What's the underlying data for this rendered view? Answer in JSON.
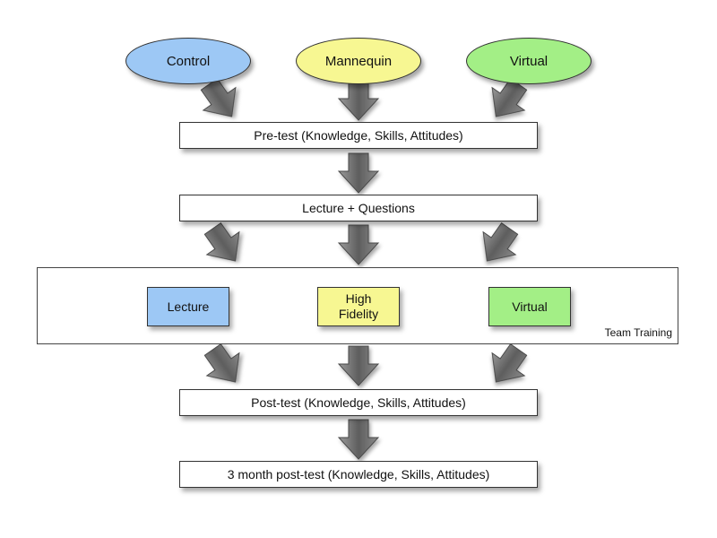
{
  "groups": [
    {
      "label": "Control",
      "color": "#9dc8f5"
    },
    {
      "label": "Mannequin",
      "color": "#f7f792"
    },
    {
      "label": "Virtual",
      "color": "#a3ef86"
    }
  ],
  "steps": {
    "pretest": "Pre-test (Knowledge, Skills, Attitudes)",
    "lecture": "Lecture + Questions",
    "posttest": "Post-test (Knowledge, Skills, Attitudes)",
    "followup": "3 month post-test (Knowledge, Skills, Attitudes)"
  },
  "team_training": {
    "label": "Team Training",
    "modes": [
      {
        "label": "Lecture",
        "color": "#9dc8f5"
      },
      {
        "label": "High Fidelity",
        "color": "#f7f792"
      },
      {
        "label": "Virtual",
        "color": "#a3ef86"
      }
    ]
  },
  "arrow_color": "#7a7a7a"
}
